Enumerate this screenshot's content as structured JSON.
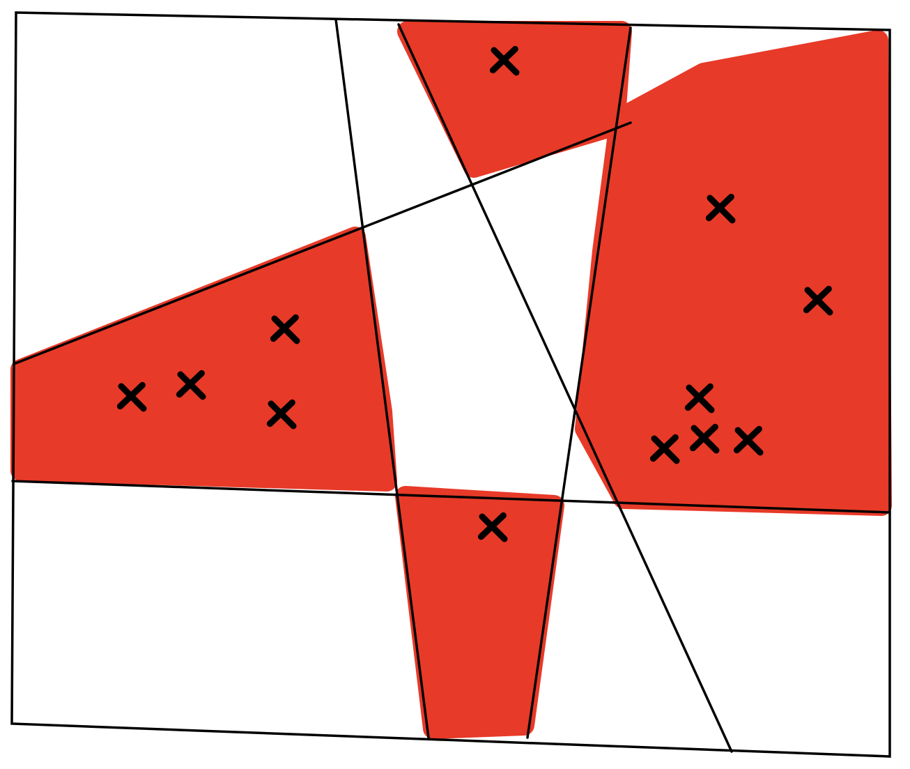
{
  "colors": {
    "background": "#ffffff",
    "region_fill": "#e73a28",
    "line": "#000000",
    "marker": "#000000"
  },
  "regions": [
    {
      "name": "top-center",
      "shaded": true,
      "marker_count": 1
    },
    {
      "name": "upper-right",
      "shaded": true,
      "marker_count": 6
    },
    {
      "name": "middle-left",
      "shaded": true,
      "marker_count": 4
    },
    {
      "name": "lower-center",
      "shaded": true,
      "marker_count": 1
    }
  ],
  "marker_symbol": "x",
  "total_markers": 12
}
